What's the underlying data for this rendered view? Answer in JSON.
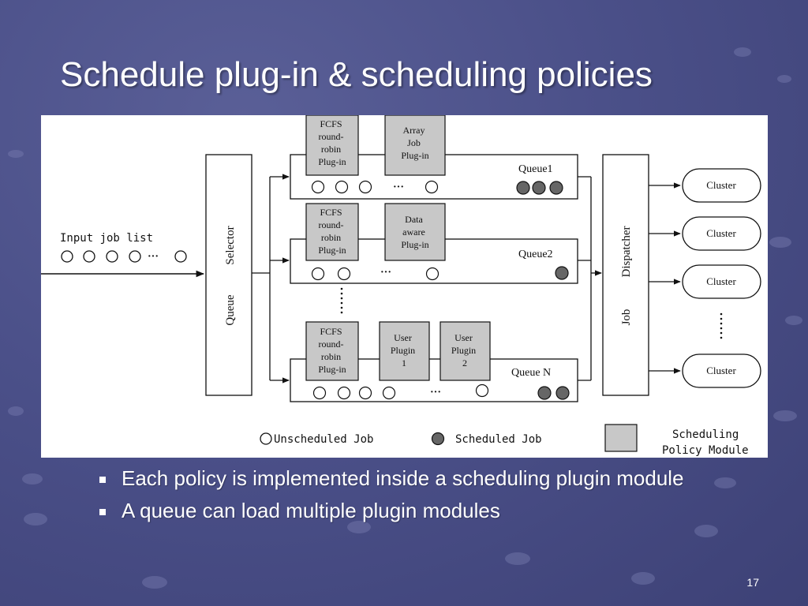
{
  "slide": {
    "title": "Schedule plug-in & scheduling policies",
    "page_number": "17",
    "bullets": [
      "Each policy is implemented inside a scheduling plugin module",
      "A queue can load multiple plugin modules"
    ]
  },
  "diagram": {
    "input_label": "Input job list",
    "input_ellipsis": "···",
    "selector": {
      "word1": "Queue",
      "word2": "Selector"
    },
    "dispatcher": {
      "word1": "Job",
      "word2": "Dispatcher"
    },
    "queues": [
      {
        "label": "Queue1",
        "plugins": [
          [
            "FCFS",
            "round-",
            "robin",
            "Plug-in"
          ],
          [
            "Array",
            "Job",
            "Plug-in"
          ]
        ]
      },
      {
        "label": "Queue2",
        "plugins": [
          [
            "FCFS",
            "round-",
            "robin",
            "Plug-in"
          ],
          [
            "Data",
            "aware",
            "Plug-in"
          ]
        ]
      },
      {
        "label": "Queue N",
        "plugins": [
          [
            "FCFS",
            "round-",
            "robin",
            "Plug-in"
          ],
          [
            "User",
            "Plugin",
            "1"
          ],
          [
            "User",
            "Plugin",
            "2"
          ]
        ]
      }
    ],
    "job_ellipsis": "···",
    "clusters": [
      "Cluster",
      "Cluster",
      "Cluster",
      "Cluster"
    ],
    "legend": {
      "unscheduled": "Unscheduled Job",
      "scheduled": "Scheduled Job",
      "module_line1": "Scheduling",
      "module_line2": "Policy Module"
    }
  }
}
